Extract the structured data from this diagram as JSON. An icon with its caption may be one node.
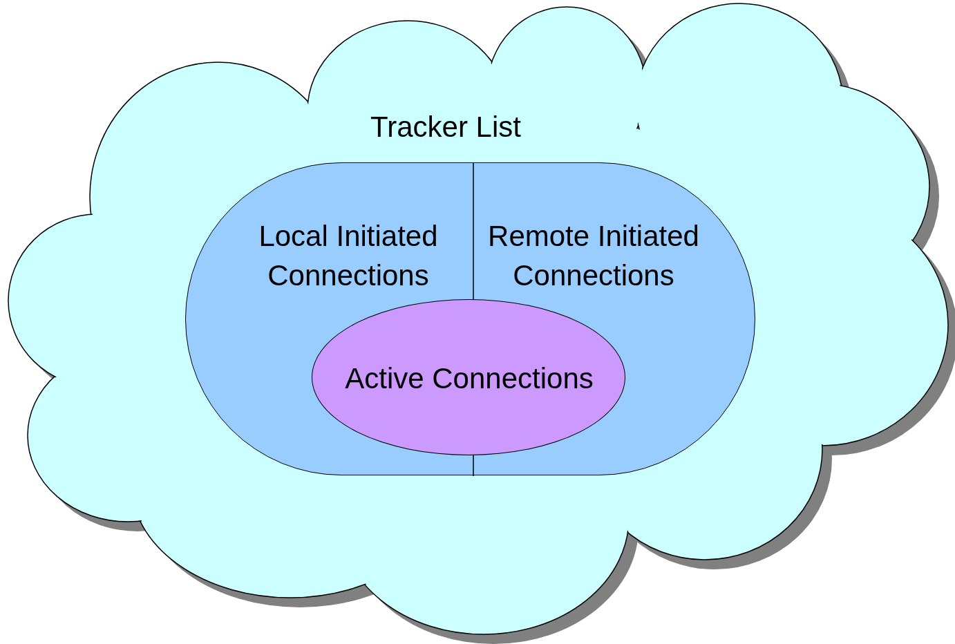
{
  "diagram": {
    "nodes": [
      {
        "text": [
          "Tracker List"
        ]
      },
      {
        "text": [
          "Local Initiated Connections",
          "Remote Initiated Connections"
        ],
        "in": 0
      },
      {
        "text": [
          "Active Connections"
        ],
        "in": 1
      }
    ],
    "edges": []
  }
}
